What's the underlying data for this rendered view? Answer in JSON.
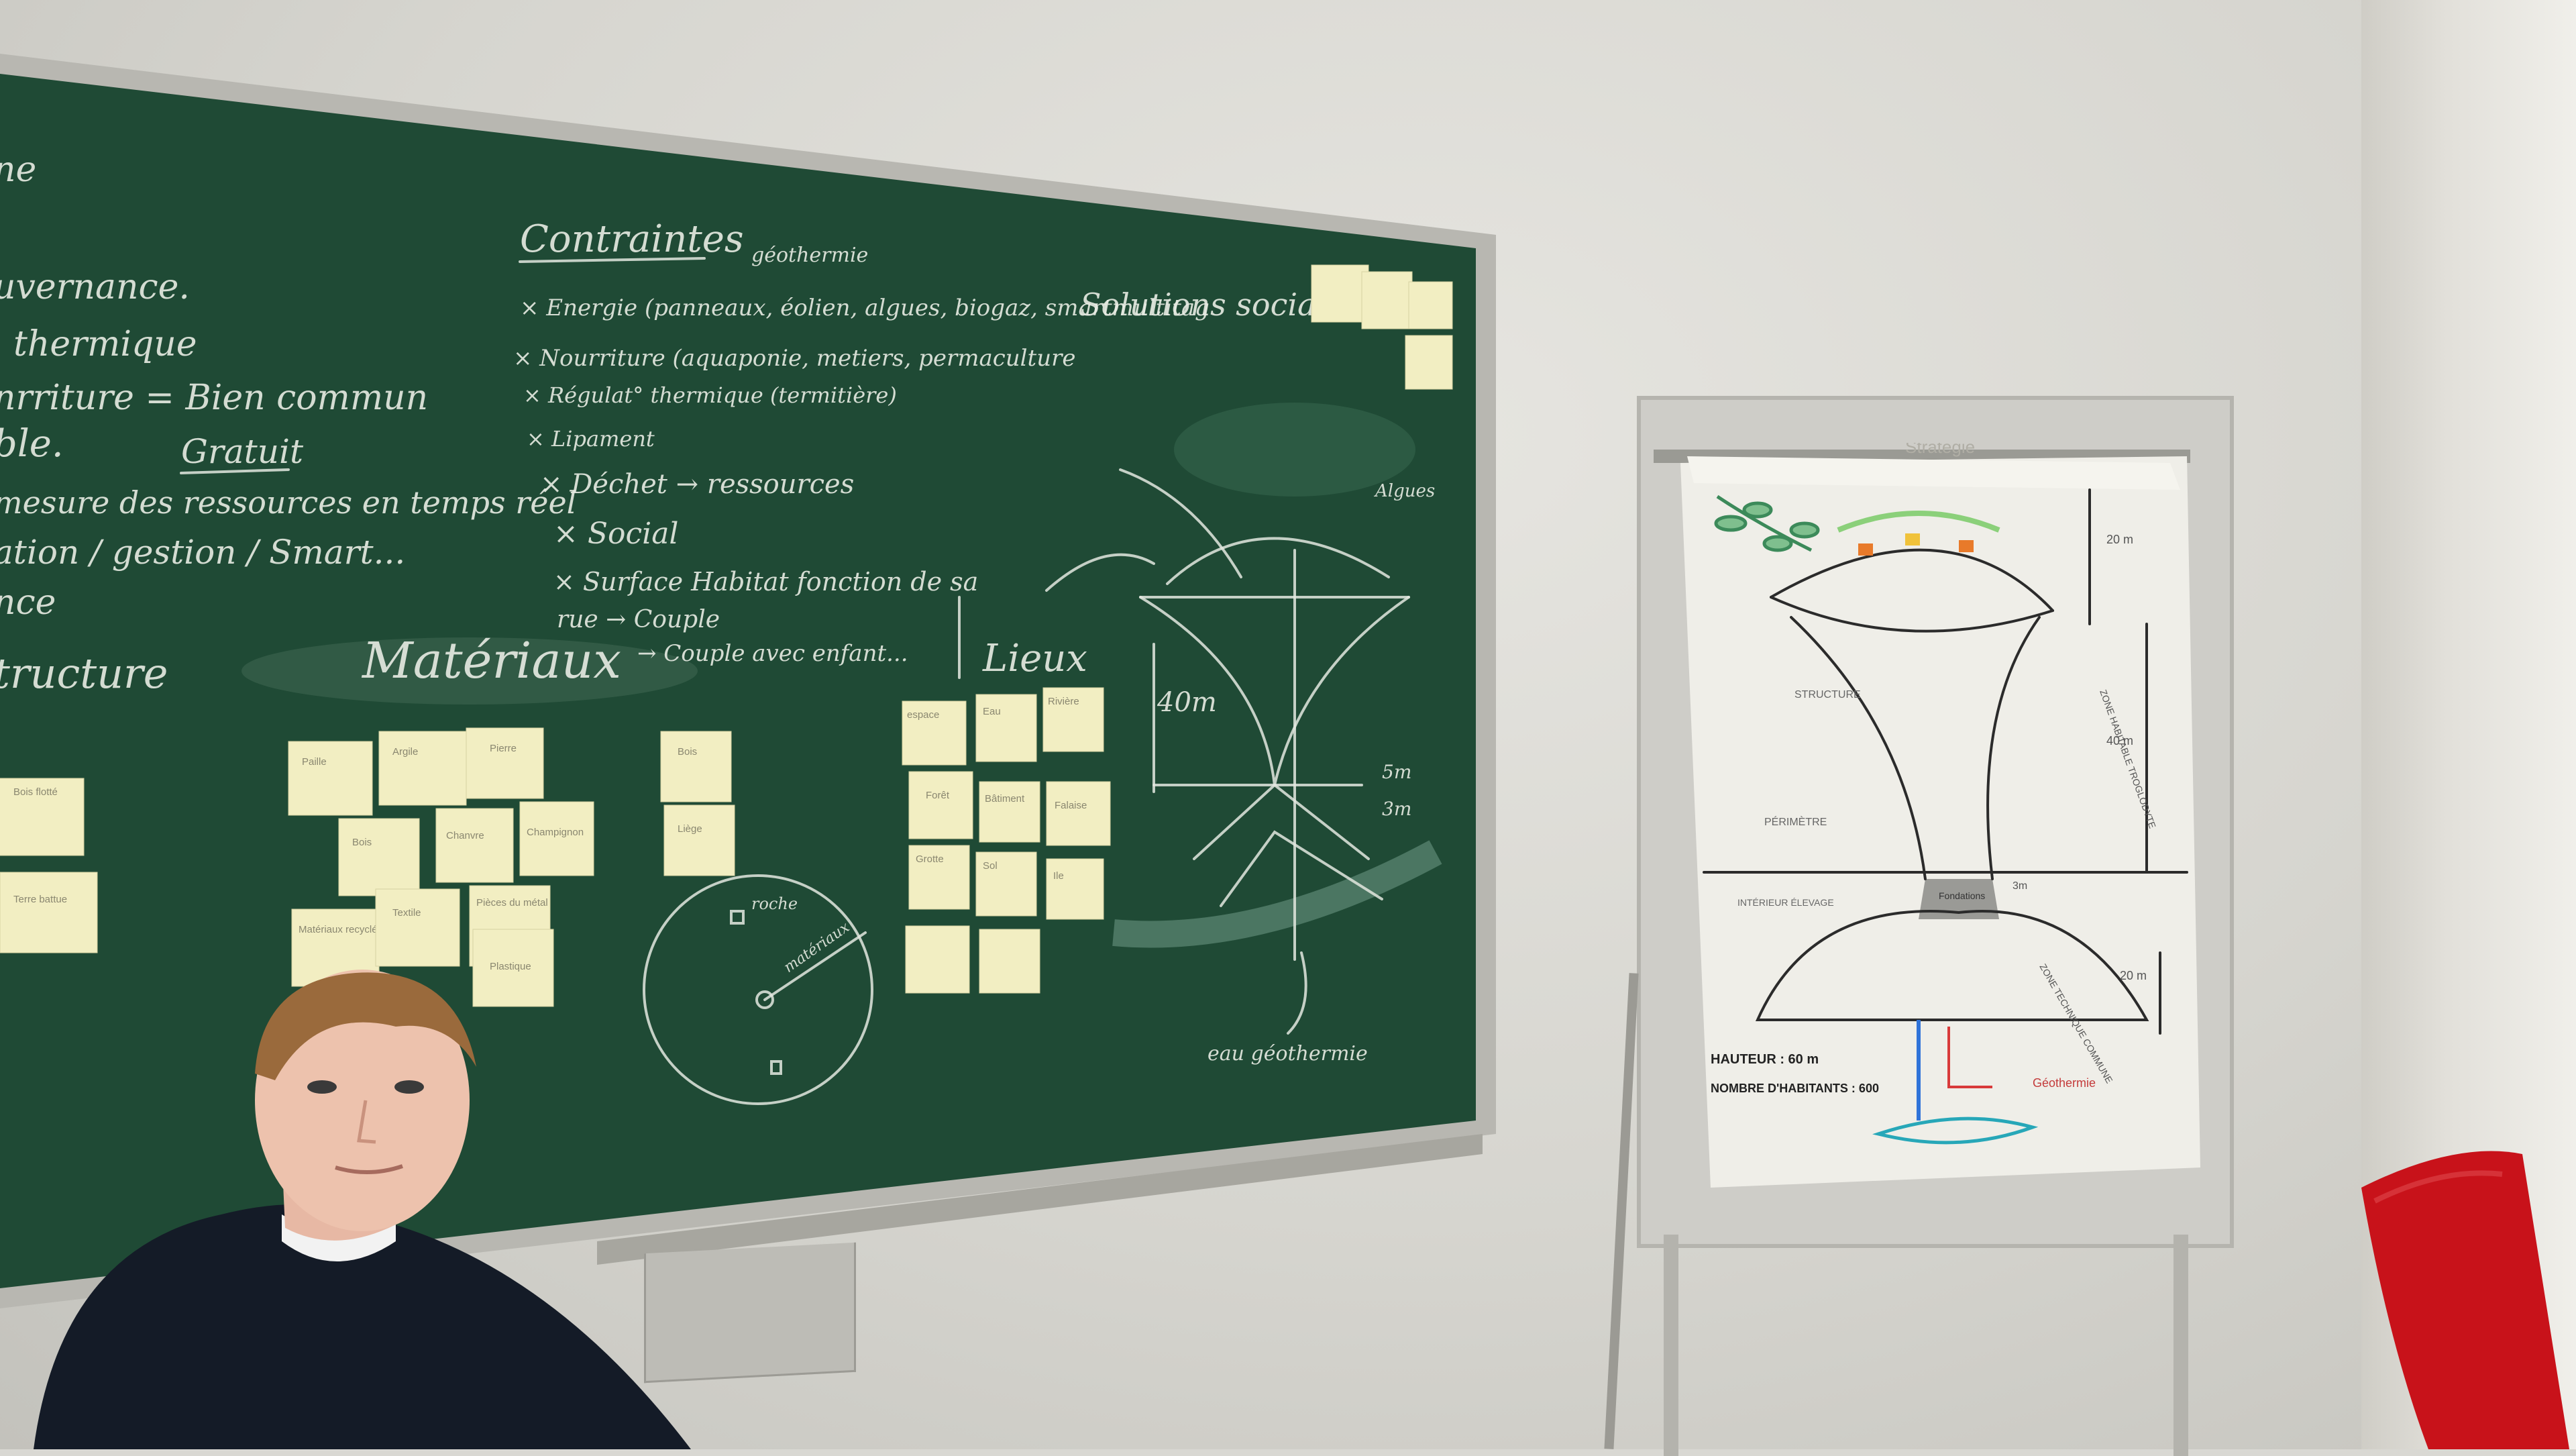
{
  "chalkboard": {
    "left_lines": [
      "ne",
      "uvernance.",
      "thermique",
      "nrriture = Bien commun",
      "ble.",
      "mesure des ressources en temps réel",
      "ation / gestion / Smart...",
      "nce",
      "tructure"
    ],
    "gratuit": "Gratuit",
    "contraintes_title": "Contraintes",
    "geothermie_top": "géothermie",
    "contraintes_items": [
      "× Energie (panneaux, éolien, algues, biogaz, smartmultitag",
      "× Nourriture (aquaponie, metiers, permaculture",
      "× Régulat° thermique (termitière)",
      "× Lipament",
      "× Déchet → ressources",
      "× Social",
      "× Surface Habitat fonction de sa",
      "rue → Couple",
      "→ Couple avec enfant..."
    ],
    "solutions_sociales": "Solutions sociales",
    "materiaux": "Matériaux",
    "lieux": "Lieux",
    "algues": "Algues",
    "height_label": "40m",
    "dim_5m": "5m",
    "dim_3m": "3m",
    "eau_geothermie": "eau géothermie",
    "circle_labels": [
      "roche",
      "matériaux"
    ]
  },
  "sticky_notes": {
    "left": [
      "Bois flotté",
      "Terre battue"
    ],
    "materiaux": [
      "Paille",
      "Argile",
      "Pierre",
      "Bois",
      "Chanvre",
      "Champignon",
      "Matériaux recyclés",
      "Textile",
      "Pièces du métal",
      "Plastique"
    ],
    "center": [
      "Bois",
      "Liège"
    ],
    "lieux": [
      "espace",
      "Eau",
      "Rivière",
      "Forêt",
      "Bâtiment",
      "Falaise",
      "Grotte",
      "Sol",
      "Ile"
    ],
    "top_right": [
      "",
      "",
      "",
      ""
    ]
  },
  "flipchart": {
    "header": "Stratégie",
    "labels": {
      "height_20m_top": "20 m",
      "height_40m": "40 m",
      "height_20m_bottom": "20 m",
      "dim_3m": "3m",
      "zone_habitable": "ZONE HABITABLE TROGLODYTE",
      "zone_technique": "ZONE TECHNIQUE COMMUNE",
      "structure": "STRUCTURE",
      "perimetre": "PÉRIMÈTRE",
      "interieur": "INTÉRIEUR ÉLEVAGE",
      "fondations": "Fondations",
      "hauteur": "HAUTEUR : 60 m",
      "habitants": "NOMBRE D'HABITANTS : 600",
      "geothermie": "Géothermie"
    }
  },
  "colors": {
    "board": "#1f4a35",
    "board_frame": "#b8b7b1",
    "sticky": "#f2eec2",
    "chair": "#c8121a",
    "sweater": "#141b27"
  }
}
